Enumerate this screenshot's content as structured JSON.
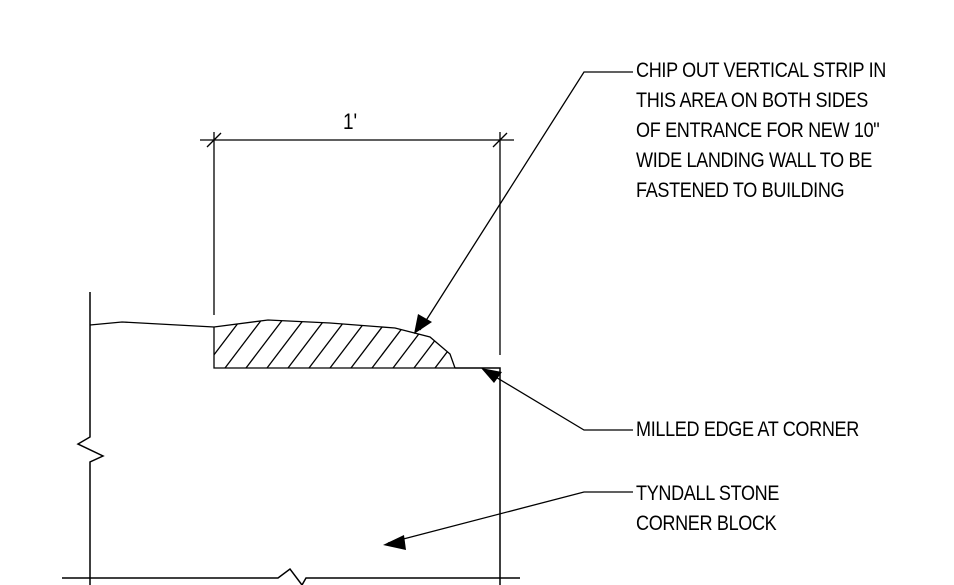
{
  "dimension": {
    "label": "1'"
  },
  "notes": {
    "chip_out": {
      "lines": [
        "CHIP OUT VERTICAL STRIP IN",
        "THIS AREA ON BOTH SIDES",
        "OF ENTRANCE FOR NEW 10\"",
        "WIDE LANDING WALL TO BE",
        "FASTENED TO BUILDING"
      ]
    },
    "milled_edge": {
      "lines": [
        "MILLED EDGE AT CORNER"
      ]
    },
    "tyndall": {
      "lines": [
        "TYNDALL STONE",
        "CORNER BLOCK"
      ]
    }
  },
  "colors": {
    "line": "#000000",
    "background": "#ffffff"
  }
}
